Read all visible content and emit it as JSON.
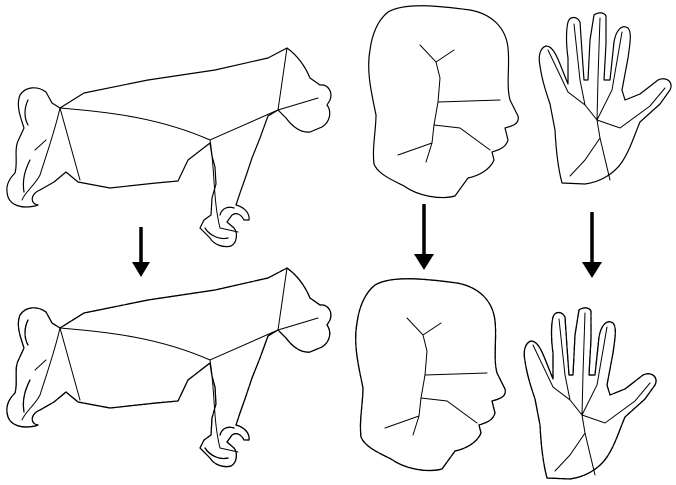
{
  "figure": {
    "shapes": [
      {
        "name": "dog",
        "icon": "dog-silhouette-icon"
      },
      {
        "name": "head",
        "icon": "head-silhouette-icon"
      },
      {
        "name": "hand",
        "icon": "hand-silhouette-icon"
      }
    ],
    "arrow_icon": "arrow-down-icon",
    "stroke_color": "#000000",
    "background_color": "#ffffff"
  }
}
